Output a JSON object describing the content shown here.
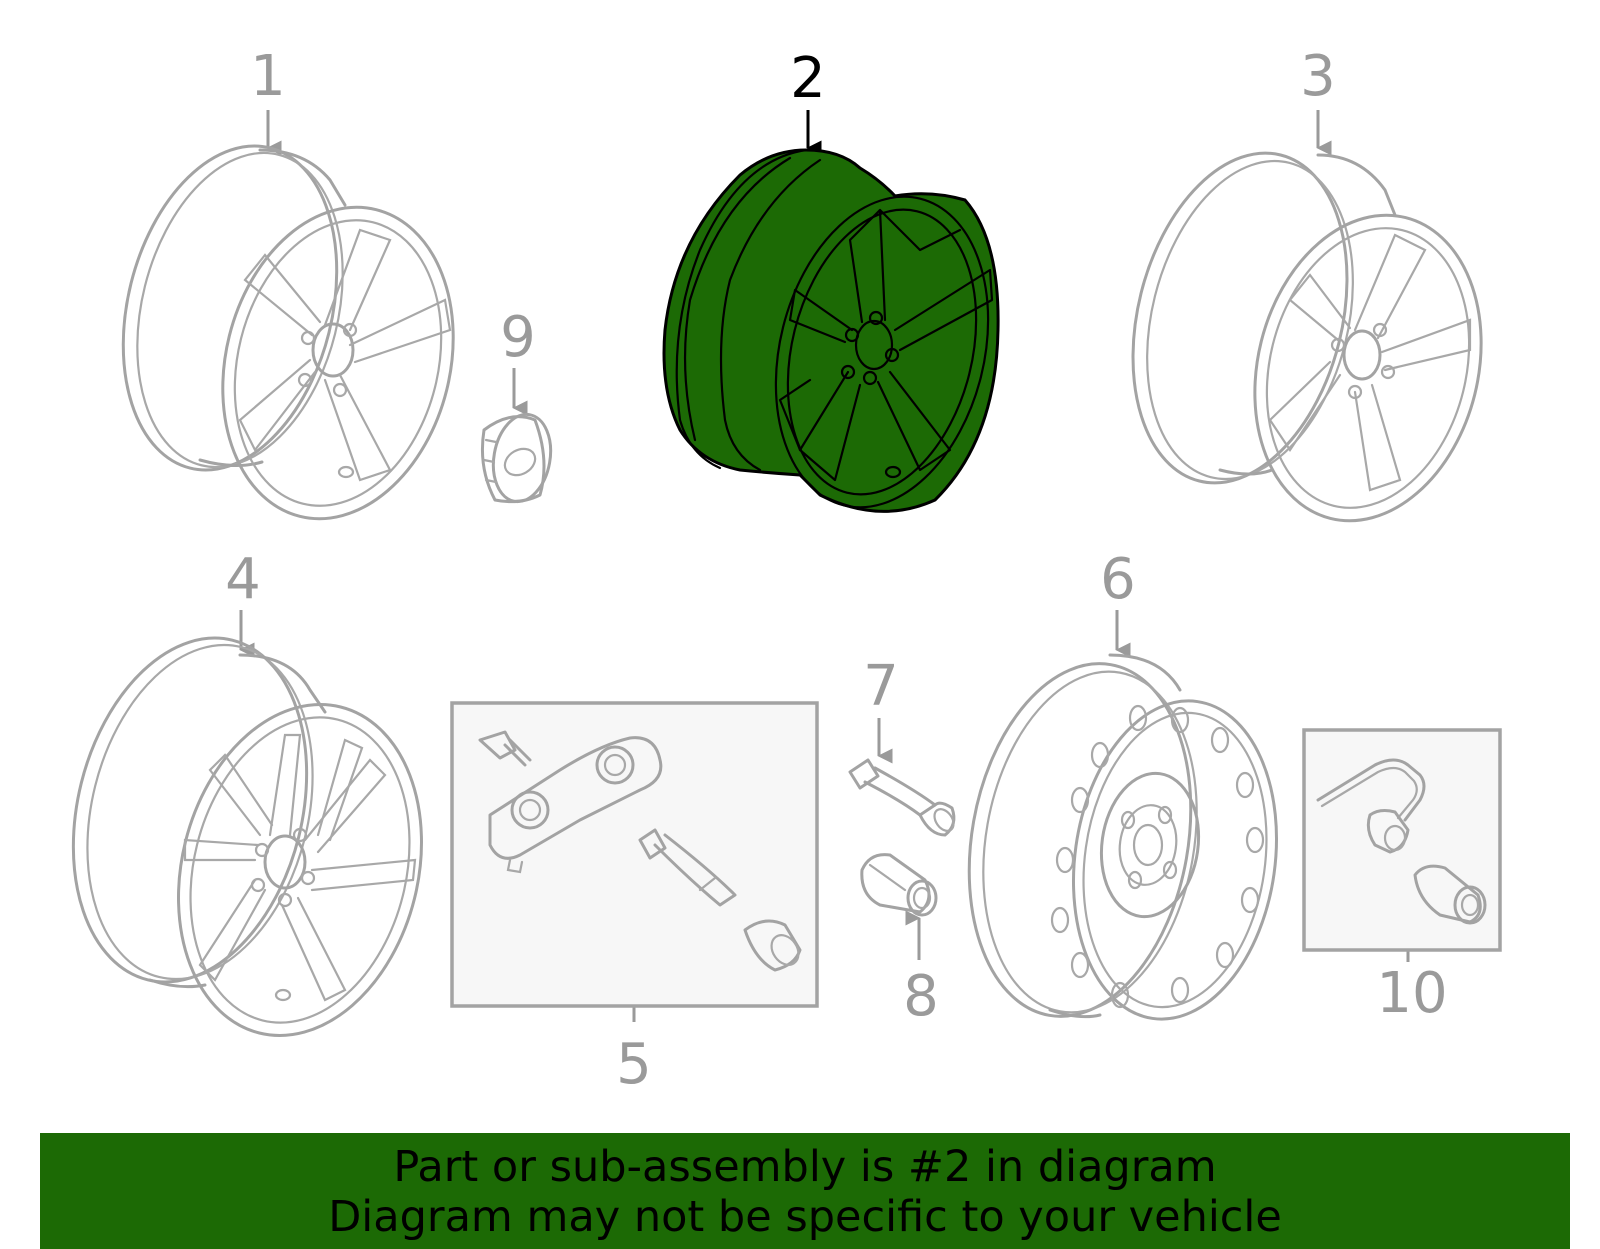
{
  "callouts": {
    "c1": "1",
    "c2": "2",
    "c3": "3",
    "c4": "4",
    "c5": "5",
    "c6": "6",
    "c7": "7",
    "c8": "8",
    "c9": "9",
    "c10": "10"
  },
  "highlighted_part": "2",
  "banner": {
    "line1": "Part or sub-assembly is #2 in diagram",
    "line2": "Diagram may not be specific to your vehicle"
  },
  "colors": {
    "highlight": "#1c6a05",
    "outline": "#a3a3a3",
    "callout_text": "#9a9a9a",
    "active_text": "#000000"
  }
}
